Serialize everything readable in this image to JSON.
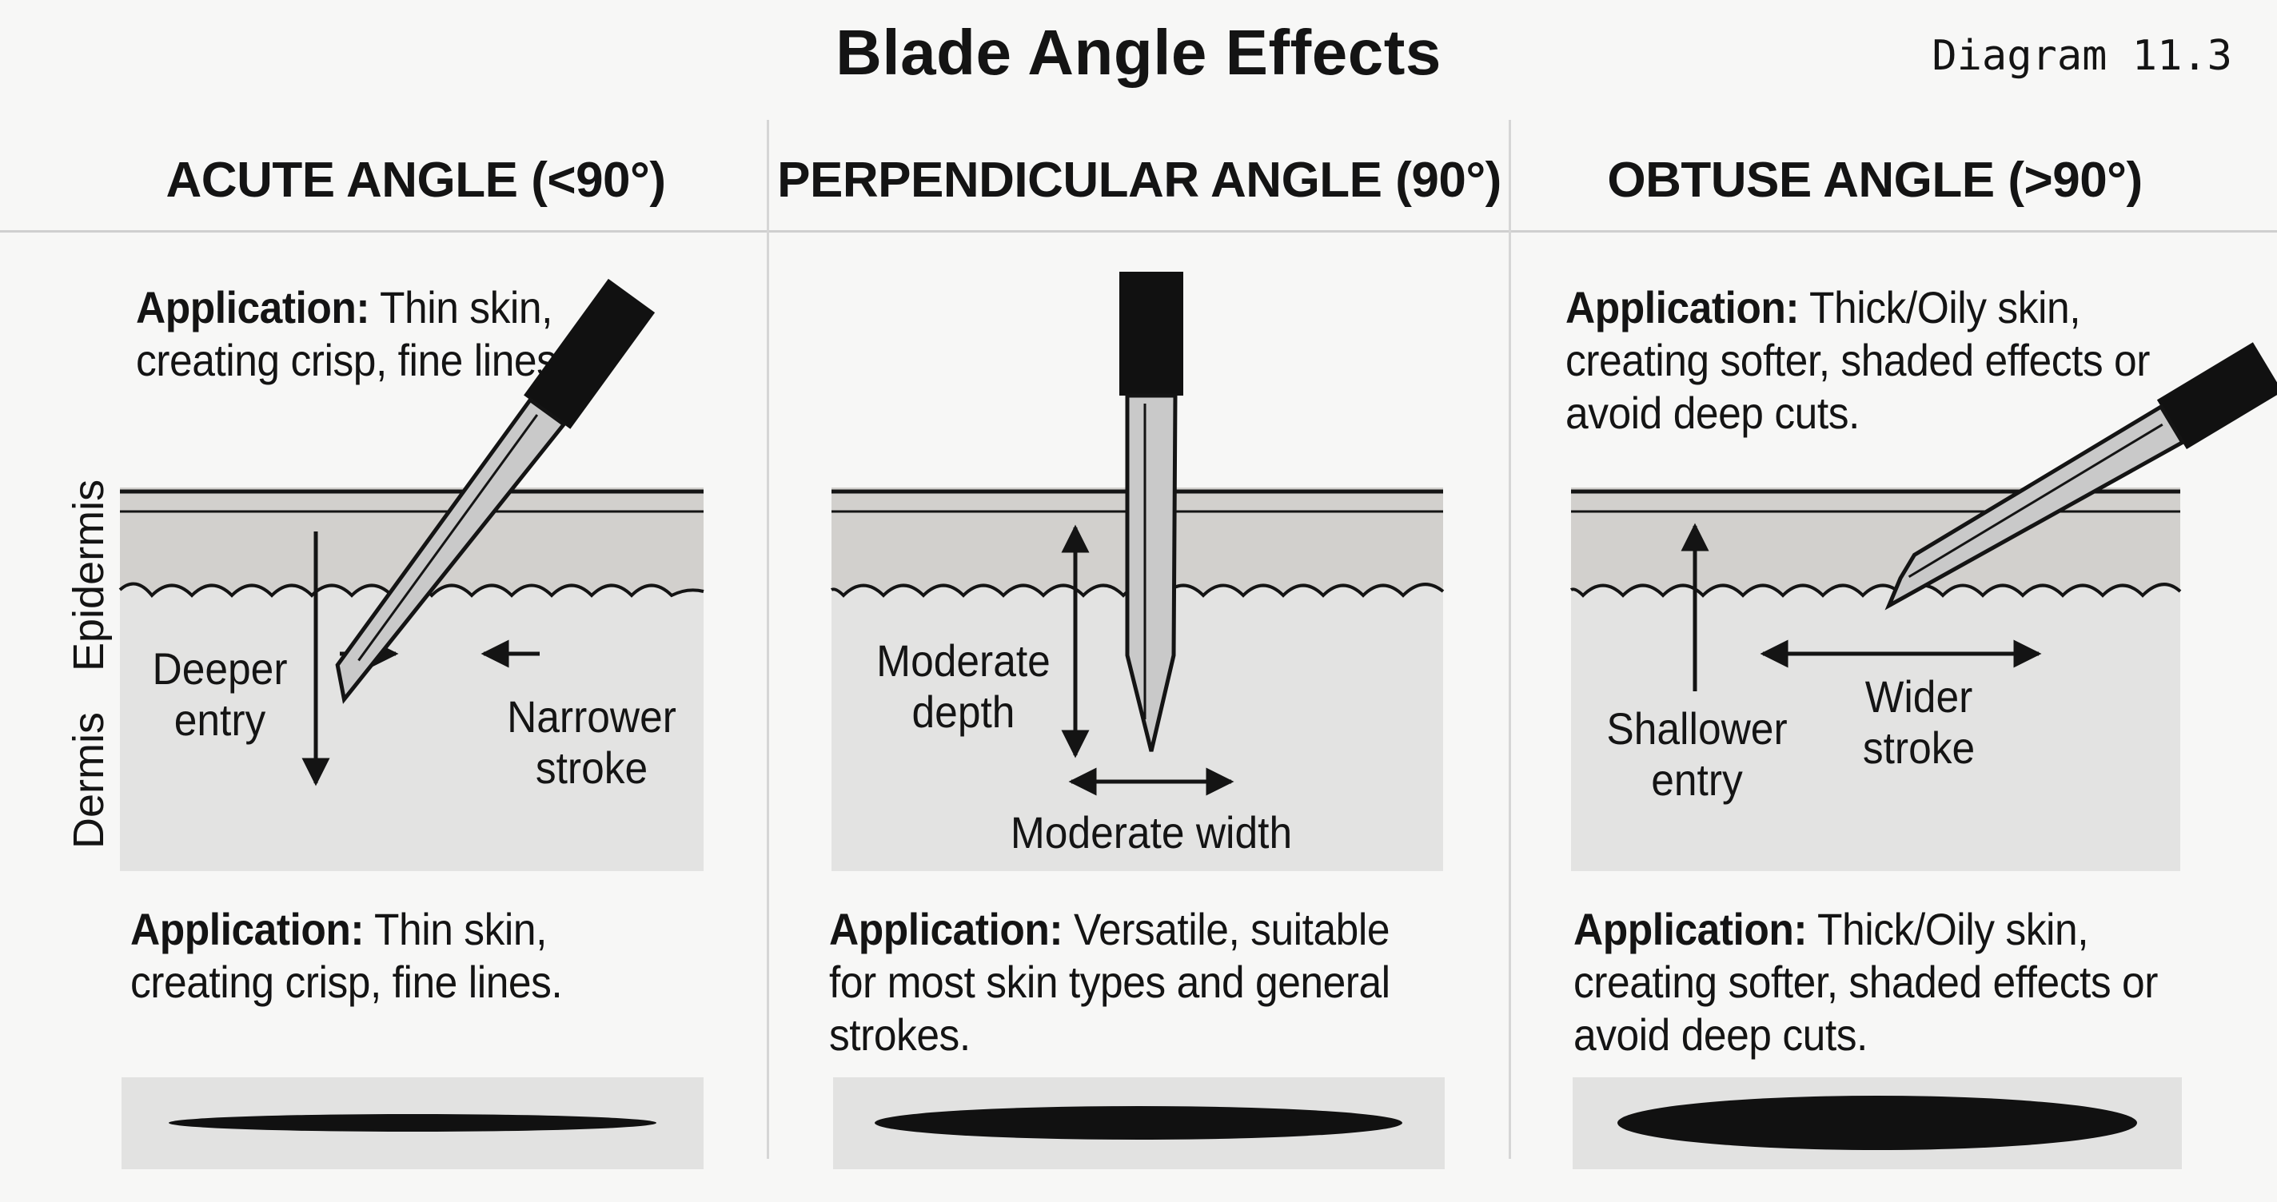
{
  "title": "Blade Angle Effects",
  "diagram_number": "Diagram 11.3",
  "side_labels": {
    "epidermis": "Epidermis",
    "dermis": "Dermis"
  },
  "columns": [
    {
      "heading": "ACUTE ANGLE (<90°)",
      "top_app_label": "Application:",
      "top_app_text": "Thin skin, creating crisp, fine lines.",
      "depth_label": "Deeper entry",
      "width_label": "Narrower stroke",
      "bottom_app_label": "Application:",
      "bottom_app_text": "Thin skin, creating crisp, fine lines."
    },
    {
      "heading": "PERPENDICULAR ANGLE (90°)",
      "depth_label": "Moderate depth",
      "width_label": "Moderate width",
      "bottom_app_label": "Application:",
      "bottom_app_text": "Versatile, suitable for most skin types and general strokes."
    },
    {
      "heading": "OBTUSE ANGLE (>90°)",
      "top_app_label": "Application:",
      "top_app_text": "Thick/Oily skin, creating softer, shaded effects or avoid deep cuts.",
      "depth_label": "Shallower entry",
      "width_label": "Wider stroke",
      "bottom_app_label": "Application:",
      "bottom_app_text": "Thick/Oily skin, creating softer, shaded effects or avoid deep cuts."
    }
  ],
  "colors": {
    "background": "#f7f7f6",
    "epidermis": "#d2d0cd",
    "dermis": "#e3e3e2",
    "handle": "#111111",
    "blade": "#c9c9c9"
  }
}
